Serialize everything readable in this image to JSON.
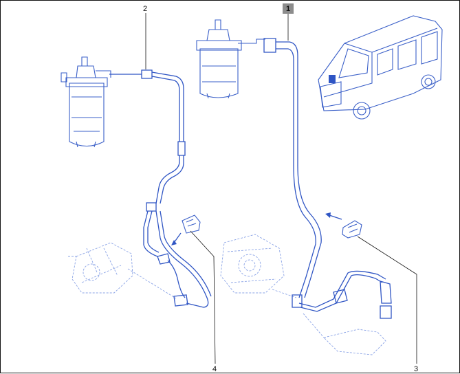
{
  "callouts": {
    "c1": "1",
    "c2": "2",
    "c3": "3",
    "c4": "4"
  },
  "colors": {
    "line": "#2f55c4",
    "highlight_box": "#8c8c8c",
    "text": "#111111"
  }
}
